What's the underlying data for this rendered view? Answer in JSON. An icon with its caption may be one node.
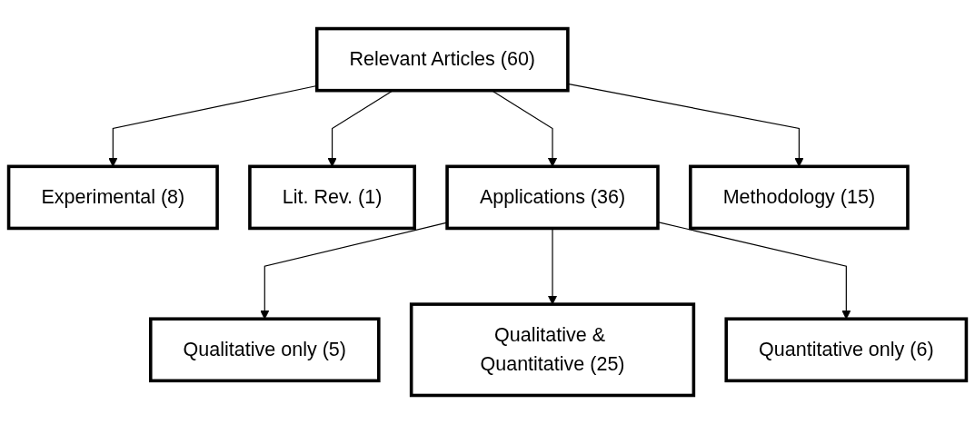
{
  "diagram": {
    "nodes": [
      {
        "text": [
          "Relevant Articles (60)"
        ]
      },
      {
        "text": [
          "Experimental (8)"
        ]
      },
      {
        "text": [
          "Lit. Rev. (1)"
        ]
      },
      {
        "text": [
          "Applications (36)"
        ]
      },
      {
        "text": [
          "Methodology (15)"
        ]
      },
      {
        "text": [
          "Qualitative only (5)"
        ]
      },
      {
        "text": [
          "Qualitative & Quantitative (25)"
        ]
      },
      {
        "text": [
          "Quantitative only (6)"
        ]
      }
    ],
    "edges": [
      {
        "from": 0,
        "to": 1,
        "arrow": "to"
      },
      {
        "from": 0,
        "to": 2,
        "arrow": "to"
      },
      {
        "from": 0,
        "to": 3,
        "arrow": "to"
      },
      {
        "from": 0,
        "to": 4,
        "arrow": "to"
      },
      {
        "from": 3,
        "to": 5,
        "arrow": "to"
      },
      {
        "from": 3,
        "to": 6,
        "arrow": "to"
      },
      {
        "from": 3,
        "to": 7,
        "arrow": "to"
      }
    ]
  }
}
